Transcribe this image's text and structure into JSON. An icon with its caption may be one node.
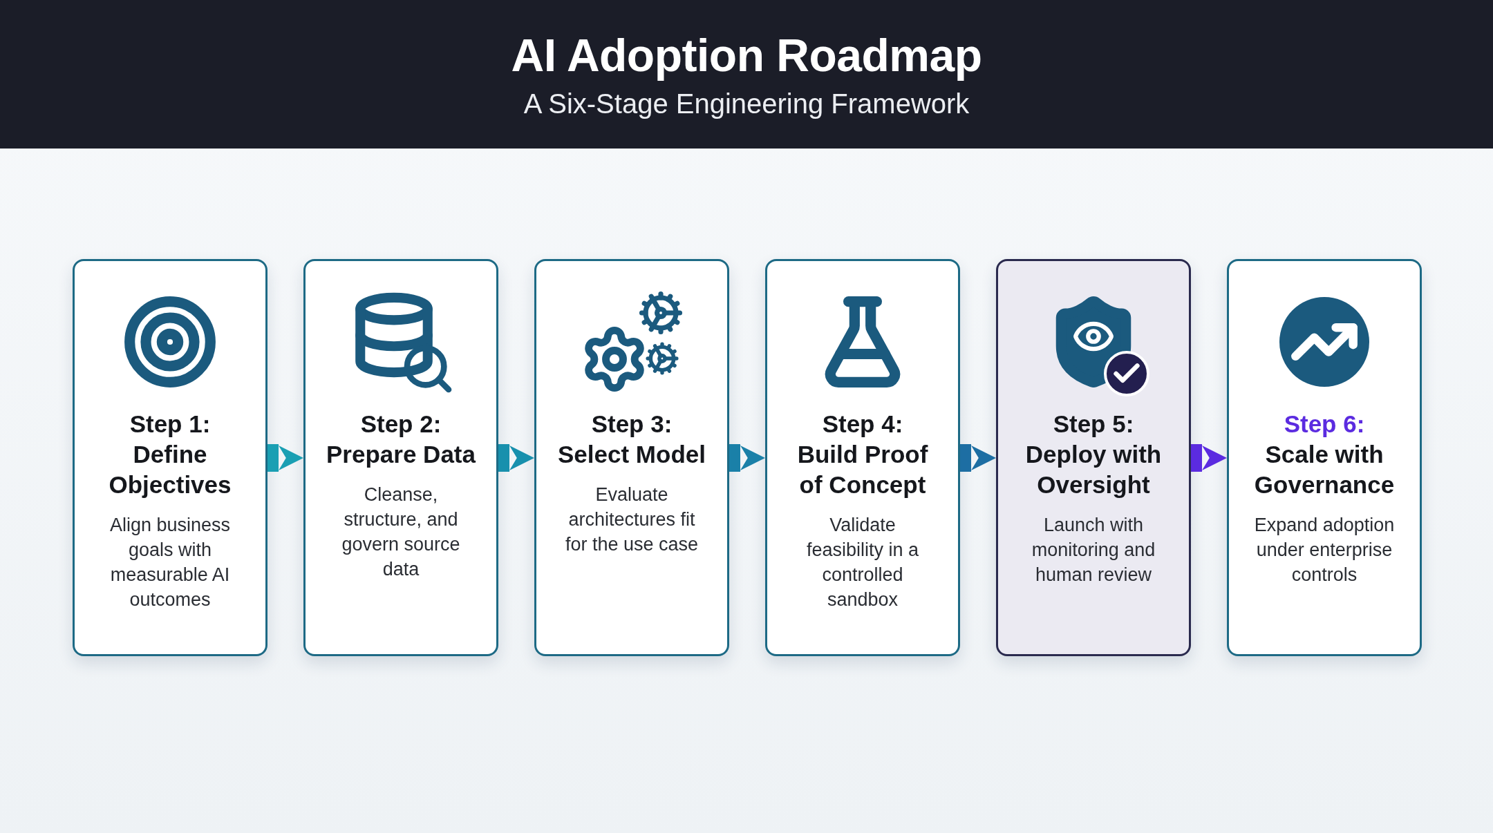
{
  "diagram": {
    "title": "AI Adoption Roadmap",
    "caption": "A Six-Stage Engineering Framework",
    "nodes": [
      {
        "text": [
          "Step 1:",
          "Define Objectives",
          "Align business goals with measurable AI outcomes"
        ]
      },
      {
        "text": [
          "Step 2:",
          "Prepare Data",
          "Cleanse, structure, and govern source data"
        ]
      },
      {
        "text": [
          "Step 3:",
          "Select Model",
          "Evaluate architectures fit for the use case"
        ]
      },
      {
        "text": [
          "Step 4:",
          "Build Proof of Concept",
          "Validate feasibility in a controlled sandbox"
        ]
      },
      {
        "text": [
          "Step 5:",
          "Deploy with Oversight",
          "Launch with monitoring and human review"
        ]
      },
      {
        "text": [
          "Step 6:",
          "Scale with Governance",
          "Expand adoption under enterprise controls"
        ]
      }
    ],
    "edges": [
      {
        "from": 0,
        "to": 1,
        "arrow": "to"
      },
      {
        "from": 1,
        "to": 2,
        "arrow": "to"
      },
      {
        "from": 2,
        "to": 3,
        "arrow": "to"
      },
      {
        "from": 3,
        "to": 4,
        "arrow": "to"
      },
      {
        "from": 4,
        "to": 5,
        "arrow": "to",
        "color": "#5b2be0"
      }
    ]
  }
}
